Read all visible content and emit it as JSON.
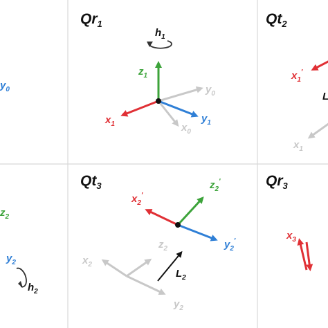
{
  "colors": {
    "red": "#e03035",
    "green": "#3ca33a",
    "blue": "#2f7fd6",
    "gray": "#c8c8c8",
    "black": "#111111",
    "grid": "#d8d8d8",
    "background": "#ffffff"
  },
  "icons": [
    "rotation-arrow-icon",
    "frame-origin-dot-icon",
    "translation-arrow-icon"
  ],
  "panels": {
    "top_left": {
      "axes": {
        "y0": {
          "base": "y",
          "sub": "0"
        }
      }
    },
    "qr1": {
      "title": {
        "base": "Qr",
        "sub": "1"
      },
      "rotation": {
        "base": "h",
        "sub": "1"
      },
      "axes": {
        "z1": {
          "base": "z",
          "sub": "1"
        },
        "x1": {
          "base": "x",
          "sub": "1"
        },
        "y1": {
          "base": "y",
          "sub": "1"
        },
        "y0": {
          "base": "y",
          "sub": "0"
        },
        "x0": {
          "base": "x",
          "sub": "0"
        }
      }
    },
    "qt2": {
      "title": {
        "base": "Qt",
        "sub": "2"
      },
      "axes": {
        "x1p": {
          "base": "x",
          "sub": "1",
          "prime": "′"
        },
        "x1": {
          "base": "x",
          "sub": "1"
        },
        "L": {
          "base": "L"
        }
      }
    },
    "bottom_left": {
      "rotation": {
        "base": "h",
        "sub": "2"
      },
      "axes": {
        "z2": {
          "base": "z",
          "sub": "2"
        },
        "y2": {
          "base": "y",
          "sub": "2"
        }
      }
    },
    "qt3": {
      "title": {
        "base": "Qt",
        "sub": "3"
      },
      "translation": {
        "base": "L",
        "sub": "2"
      },
      "axes": {
        "x2p": {
          "base": "x",
          "sub": "2",
          "prime": "′"
        },
        "z2p": {
          "base": "z",
          "sub": "2",
          "prime": "′"
        },
        "y2p": {
          "base": "y",
          "sub": "2",
          "prime": "′"
        },
        "x2": {
          "base": "x",
          "sub": "2"
        },
        "z2": {
          "base": "z",
          "sub": "2"
        },
        "y2": {
          "base": "y",
          "sub": "2"
        }
      }
    },
    "qr3": {
      "title": {
        "base": "Qr",
        "sub": "3"
      },
      "axes": {
        "x3": {
          "base": "x",
          "sub": "3"
        }
      }
    }
  }
}
